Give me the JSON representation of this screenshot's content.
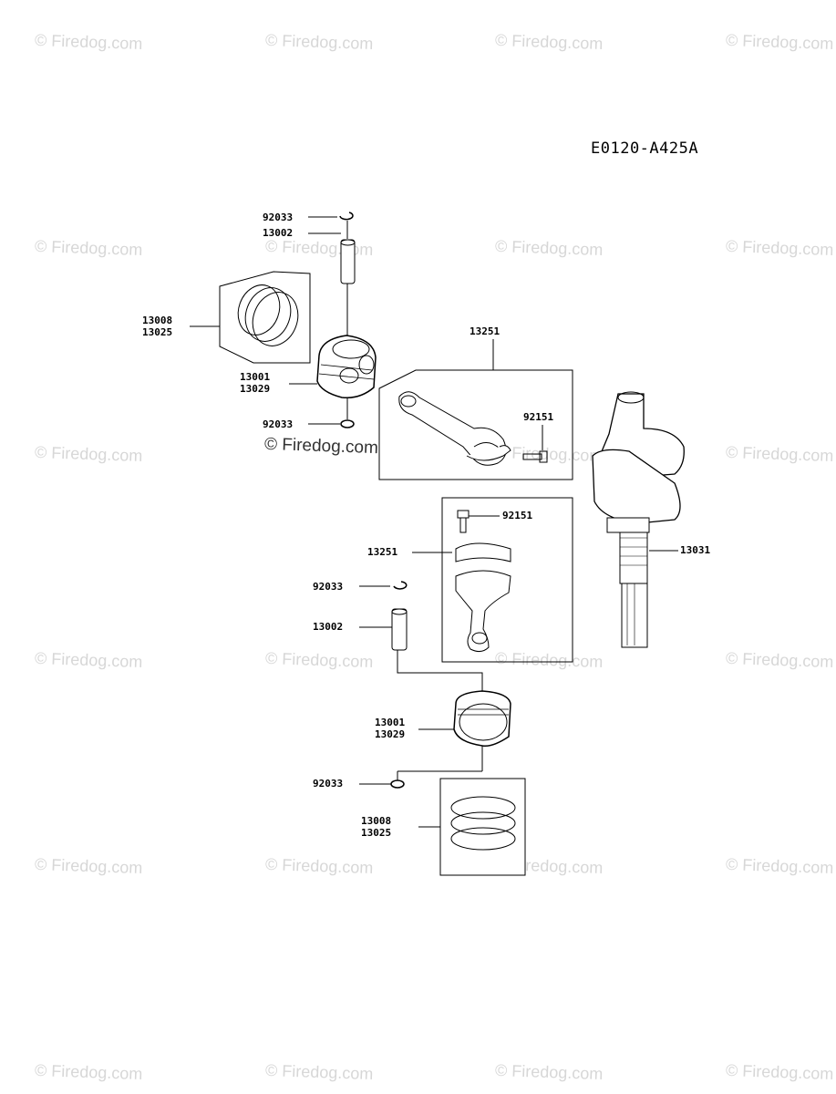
{
  "diagram_id": "E0120-A425A",
  "watermark_text": "© Firedog.com",
  "watermark_dark_text": "© Firedog.com",
  "labels": {
    "snap_ring_a": "92033",
    "pin_a": "13002",
    "ring_set_a_1": "13008",
    "ring_set_a_2": "13025",
    "piston_a_1": "13001",
    "piston_a_2": "13029",
    "snap_ring_b": "92033",
    "rod_a": "13251",
    "bolt_a": "92151",
    "bolt_b": "92151",
    "rod_b": "13251",
    "crankshaft": "13031",
    "snap_ring_c": "92033",
    "pin_b": "13002",
    "piston_b_1": "13001",
    "piston_b_2": "13029",
    "snap_ring_d": "92033",
    "ring_set_b_1": "13008",
    "ring_set_b_2": "13025"
  }
}
